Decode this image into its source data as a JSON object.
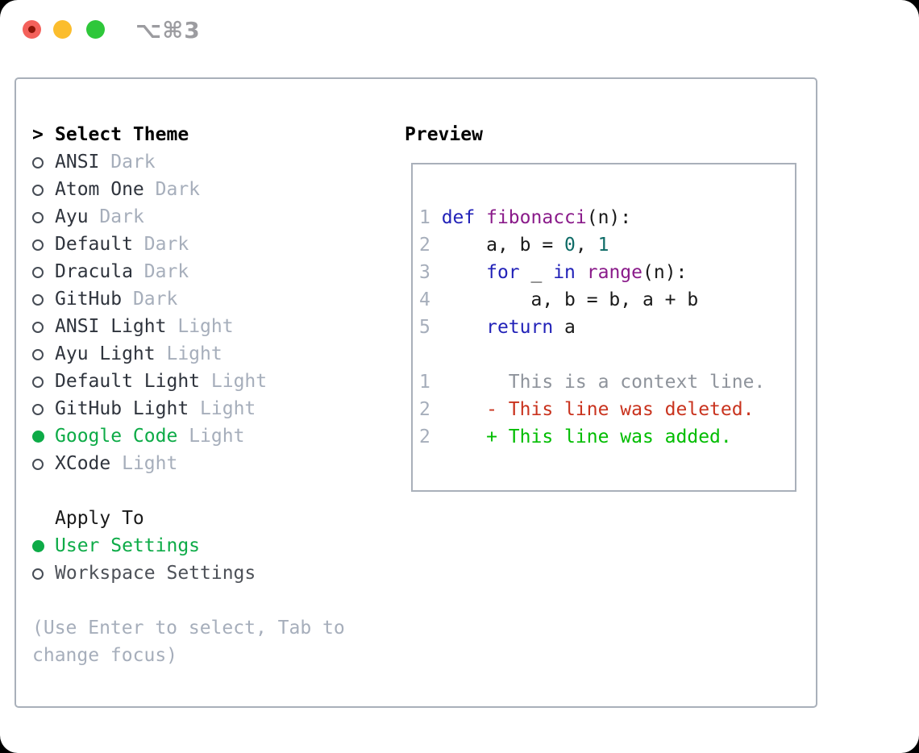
{
  "window": {
    "title": "⌥⌘3",
    "traffic_lights": [
      "close",
      "minimize",
      "zoom"
    ]
  },
  "theme_picker": {
    "header_prefix": ">",
    "header": "Select Theme",
    "items": [
      {
        "name": "ANSI",
        "variant": "Dark",
        "selected": false
      },
      {
        "name": "Atom One",
        "variant": "Dark",
        "selected": false
      },
      {
        "name": "Ayu",
        "variant": "Dark",
        "selected": false
      },
      {
        "name": "Default",
        "variant": "Dark",
        "selected": false
      },
      {
        "name": "Dracula",
        "variant": "Dark",
        "selected": false
      },
      {
        "name": "GitHub",
        "variant": "Dark",
        "selected": false
      },
      {
        "name": "ANSI Light",
        "variant": "Light",
        "selected": false
      },
      {
        "name": "Ayu Light",
        "variant": "Light",
        "selected": false
      },
      {
        "name": "Default Light",
        "variant": "Light",
        "selected": false
      },
      {
        "name": "GitHub Light",
        "variant": "Light",
        "selected": false
      },
      {
        "name": "Google Code",
        "variant": "Light",
        "selected": true
      },
      {
        "name": "XCode",
        "variant": "Light",
        "selected": false
      }
    ]
  },
  "apply_to": {
    "header": "Apply To",
    "options": [
      {
        "label": "User Settings",
        "selected": true
      },
      {
        "label": "Workspace Settings",
        "selected": false
      }
    ]
  },
  "help_text": [
    "(Use Enter to select, Tab to",
    "change focus)"
  ],
  "preview": {
    "header": "Preview",
    "code_lines": [
      {
        "num": "1",
        "tokens": [
          {
            "t": "def",
            "c": "keyword"
          },
          {
            "t": " ",
            "c": "plain"
          },
          {
            "t": "fibonacci",
            "c": "function"
          },
          {
            "t": "(n):",
            "c": "plain"
          }
        ]
      },
      {
        "num": "2",
        "tokens": [
          {
            "t": "    a, b = ",
            "c": "plain"
          },
          {
            "t": "0",
            "c": "number"
          },
          {
            "t": ", ",
            "c": "plain"
          },
          {
            "t": "1",
            "c": "number"
          }
        ]
      },
      {
        "num": "3",
        "tokens": [
          {
            "t": "    ",
            "c": "plain"
          },
          {
            "t": "for",
            "c": "keyword"
          },
          {
            "t": " _ ",
            "c": "plain"
          },
          {
            "t": "in",
            "c": "keyword"
          },
          {
            "t": " ",
            "c": "plain"
          },
          {
            "t": "range",
            "c": "function"
          },
          {
            "t": "(n):",
            "c": "plain"
          }
        ]
      },
      {
        "num": "4",
        "tokens": [
          {
            "t": "        a, b = b, a + b",
            "c": "plain"
          }
        ]
      },
      {
        "num": "5",
        "tokens": [
          {
            "t": "    ",
            "c": "plain"
          },
          {
            "t": "return",
            "c": "keyword"
          },
          {
            "t": " a",
            "c": "plain"
          }
        ]
      }
    ],
    "diff_lines": [
      {
        "num": "1",
        "type": "context",
        "text": "      This is a context line."
      },
      {
        "num": "2",
        "type": "deleted",
        "text": "    - This line was deleted."
      },
      {
        "num": "2",
        "type": "added",
        "text": "    + This line was added."
      }
    ]
  },
  "colors": {
    "accent_green": "#0dab47",
    "keyword": "#2222b8",
    "function": "#8a1b8a",
    "number": "#0e6b66",
    "plain": "#1a1a1a",
    "line_number": "#a6aebb",
    "context": "#8e939b",
    "deleted": "#c9331e",
    "added": "#00bd00",
    "muted": "#a6aebb",
    "text_dark": "#2f343d",
    "text_mid": "#4d5158",
    "ring": "#464c55",
    "border": "#a9b0ba",
    "traffic_red": "#f4615b",
    "traffic_red_dot": "#8c1407",
    "traffic_yellow": "#fbbd2d",
    "traffic_green": "#2ec73a",
    "title": "#9c9ca0"
  }
}
